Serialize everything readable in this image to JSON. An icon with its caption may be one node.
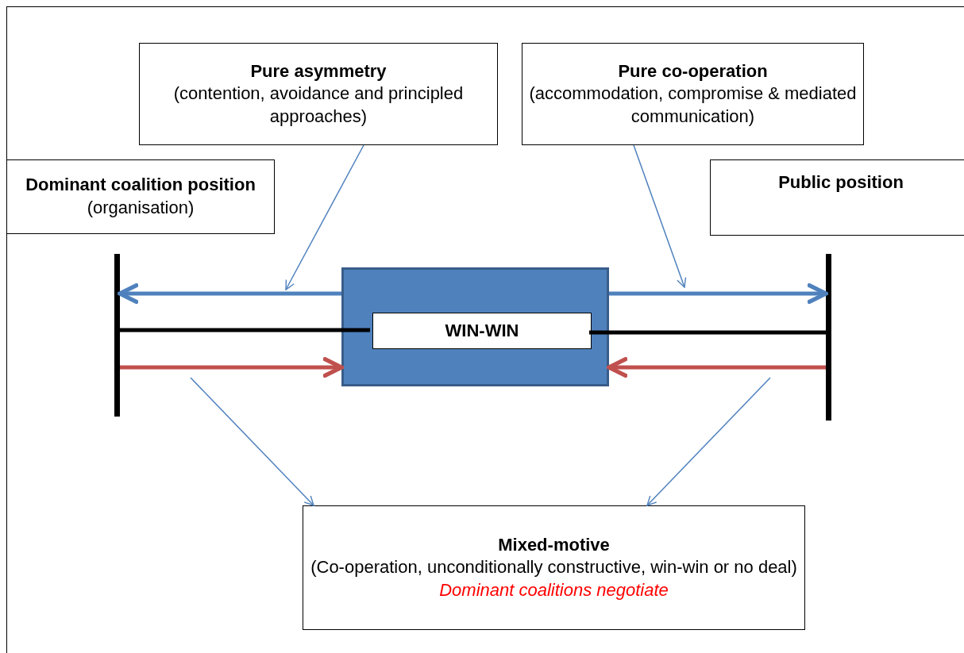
{
  "diagram": {
    "nodes": [
      {
        "text": [
          "Pure asymmetry",
          "(contention, avoidance and principled approaches)"
        ]
      },
      {
        "text": [
          "Pure co-operation",
          "(accommodation, compromise & mediated communication)"
        ]
      },
      {
        "text": [
          "**Dominant coalition position** (organisation)"
        ]
      },
      {
        "text": [
          "Public position"
        ]
      },
      {
        "text": [],
        "shape": "bar"
      },
      {
        "text": [],
        "shape": "bar"
      },
      {
        "text": [],
        "shape": "box"
      },
      {
        "text": [
          "WIN-WIN"
        ],
        "in": 6
      },
      {
        "text": [
          "Mixed-motive",
          "(Co-operation, unconditionally constructive, win-win or no deal)",
          "Dominant coalitions negotiate"
        ]
      }
    ],
    "edges": [
      {
        "from": 6,
        "to": 4,
        "arrow": "to"
      },
      {
        "from": 6,
        "to": 5,
        "arrow": "to"
      },
      {
        "from": 4,
        "to": 7,
        "arrow": "none",
        "color": "#000000"
      },
      {
        "from": 7,
        "to": 5,
        "arrow": "none",
        "color": "#000000"
      },
      {
        "from": 4,
        "to": 6,
        "arrow": "to",
        "color": "#c0504d"
      },
      {
        "from": 5,
        "to": 6,
        "arrow": "to",
        "color": "#c0504d"
      },
      {
        "from": 0,
        "to": null,
        "arrow": "to"
      },
      {
        "from": 1,
        "to": null,
        "arrow": "to"
      },
      {
        "from": null,
        "to": 8,
        "arrow": "to"
      },
      {
        "from": null,
        "to": 8,
        "arrow": "to"
      }
    ]
  }
}
